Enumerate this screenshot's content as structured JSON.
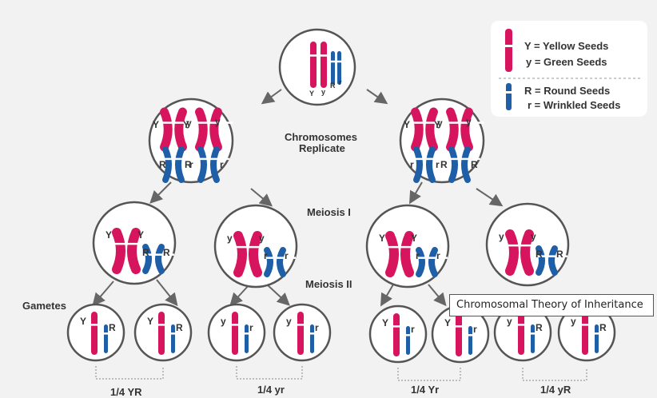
{
  "legend": {
    "yellow": "Y = Yellow Seeds",
    "green": "y = Green Seeds",
    "round": "R = Round Seeds",
    "wrinkled": "r = Wrinkled Seeds"
  },
  "labels": {
    "replicate_1": "Chromosomes",
    "replicate_2": "Replicate",
    "meiosis1": "Meiosis I",
    "meiosis2": "Meiosis II",
    "gametes": "Gametes"
  },
  "fractions": [
    "1/4 YR",
    "1/4 yr",
    "1/4 Yr",
    "1/4 yR"
  ],
  "alleles": {
    "Y": "Y",
    "y": "y",
    "R": "R",
    "r": "r"
  },
  "tooltip": "Chromosomal Theory of Inheritance",
  "colors": {
    "pink": "#d6155e",
    "blue": "#1f5fa8",
    "background": "#f2f2f2",
    "circle_stroke": "#555555",
    "arrow": "#666666"
  }
}
